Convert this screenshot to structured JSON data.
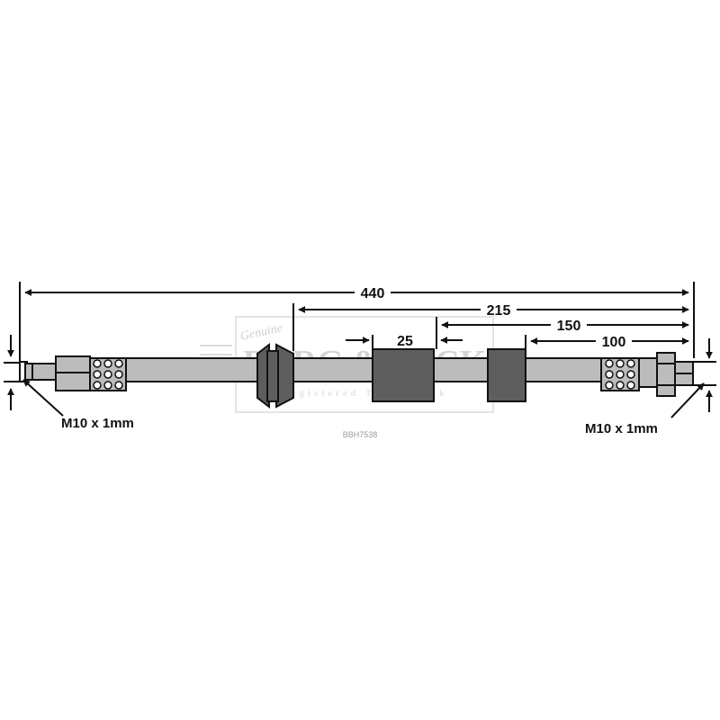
{
  "diagram": {
    "part_code": "BBH7538",
    "thread_left": "M10 x 1mm",
    "thread_right": "M10 x 1mm",
    "dimensions": {
      "total": "440",
      "d215": "215",
      "d150": "150",
      "d100": "100",
      "clip_width": "25"
    },
    "watermark": {
      "brand": "BORG & BECK",
      "script": "Genuine",
      "tagline": "Registered Trade Mark"
    },
    "colors": {
      "hose": "#bcbcbc",
      "component": "#5e5e5e",
      "line": "#111111",
      "watermark": "#d4d4d4"
    }
  }
}
